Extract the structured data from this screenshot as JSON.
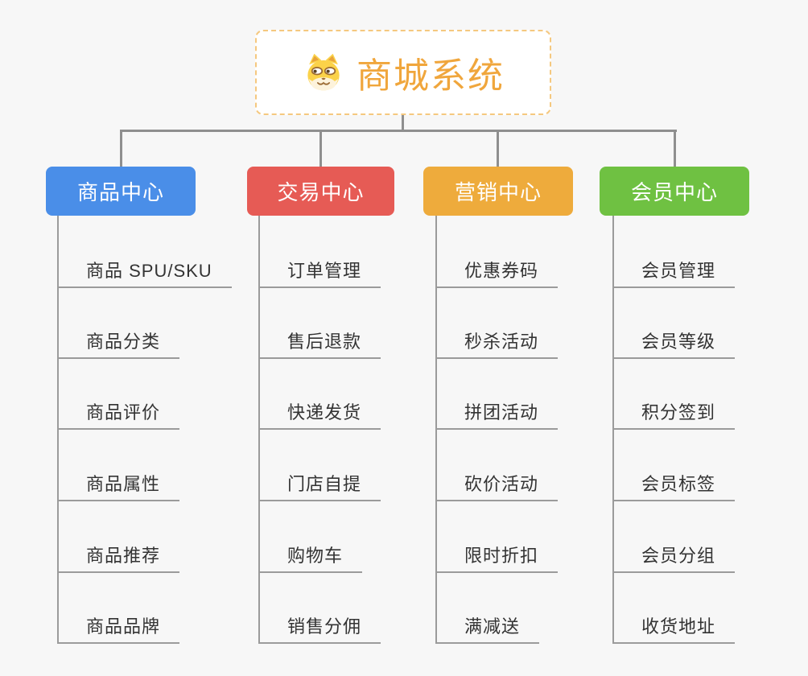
{
  "root": {
    "title": "商城系统",
    "title_color": "#f0a63c",
    "border_color": "#f5c87f",
    "icon": "shiba-dog-icon"
  },
  "connector_color": "#8f8f8f",
  "branches": [
    {
      "label": "商品中心",
      "color": "#4a8ee8",
      "items": [
        "商品 SPU/SKU",
        "商品分类",
        "商品评价",
        "商品属性",
        "商品推荐",
        "商品品牌"
      ]
    },
    {
      "label": "交易中心",
      "color": "#e65b55",
      "items": [
        "订单管理",
        "售后退款",
        "快递发货",
        "门店自提",
        "购物车",
        "销售分佣"
      ]
    },
    {
      "label": "营销中心",
      "color": "#eeab3c",
      "items": [
        "优惠券码",
        "秒杀活动",
        "拼团活动",
        "砍价活动",
        "限时折扣",
        "满减送"
      ]
    },
    {
      "label": "会员中心",
      "color": "#6fc142",
      "items": [
        "会员管理",
        "会员等级",
        "积分签到",
        "会员标签",
        "会员分组",
        "收货地址"
      ]
    }
  ]
}
